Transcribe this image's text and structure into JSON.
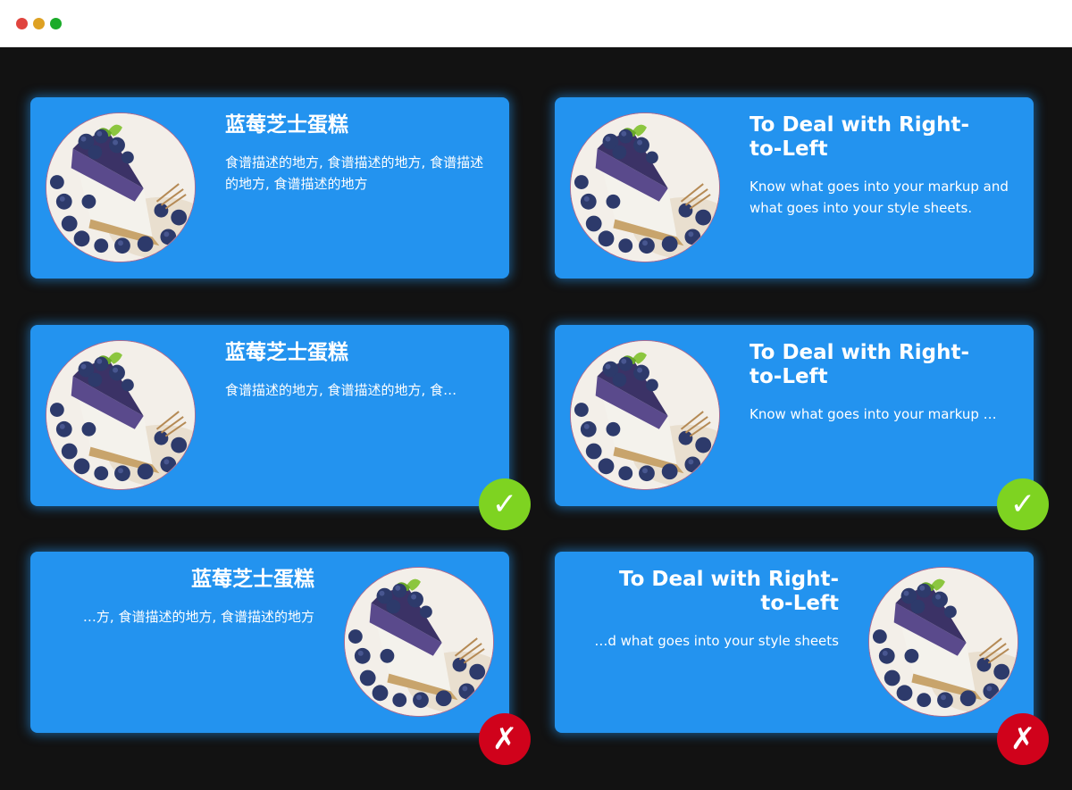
{
  "window": {
    "controls": {
      "close_color": "#e0443e",
      "minimize_color": "#dea123",
      "maximize_color": "#1aab29"
    }
  },
  "theme": {
    "canvas_bg": "#121212",
    "card_bg": "#2393ef",
    "check_color": "#7ed321",
    "cross_color": "#d0021b"
  },
  "cards": [
    {
      "title": "蓝莓芝士蛋糕",
      "desc": "食谱描述的地方, 食谱描述的地方, 食谱描述的地方, 食谱描述的地方",
      "image": "blueberry-cheesecake-image"
    },
    {
      "title": "To Deal with Right-to-Left",
      "desc": "Know what goes into your markup and what goes into your style sheets.",
      "image": "blueberry-cheesecake-image"
    },
    {
      "title": "蓝莓芝士蛋糕",
      "desc": "食谱描述的地方, 食谱描述的地方, 食…",
      "image": "blueberry-cheesecake-image"
    },
    {
      "title": "To Deal with Right-to-Left",
      "desc": "Know what goes into your markup …",
      "image": "blueberry-cheesecake-image"
    },
    {
      "title": "蓝莓芝士蛋糕",
      "desc": "…方, 食谱描述的地方, 食谱描述的地方",
      "image": "blueberry-cheesecake-image"
    },
    {
      "title": "To Deal with Right-to-Left",
      "desc": "…d what goes into your style sheets",
      "image": "blueberry-cheesecake-image"
    }
  ],
  "badges": {
    "check_glyph": "✓",
    "cross_glyph": "✗"
  }
}
